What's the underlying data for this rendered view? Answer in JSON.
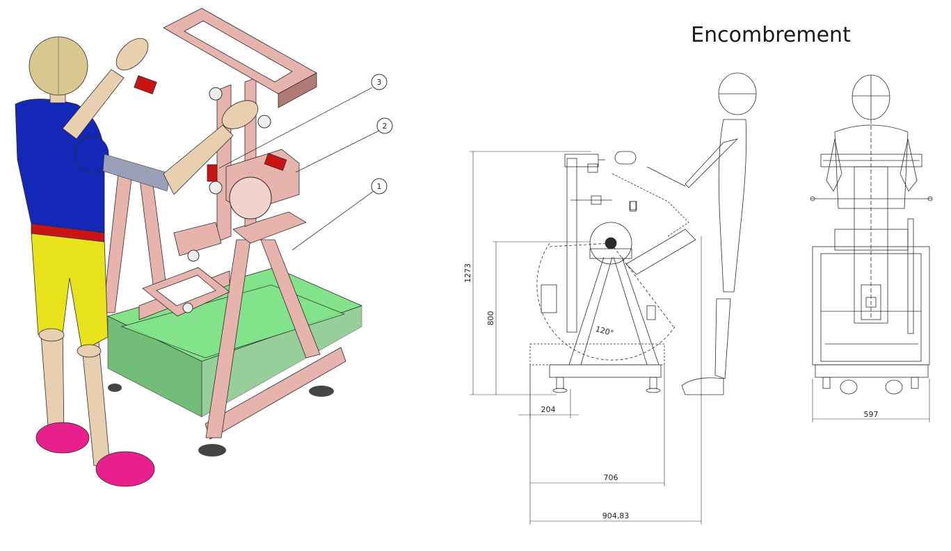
{
  "title": "Encombrement",
  "callouts": [
    "3",
    "2",
    "1"
  ],
  "dimensions": {
    "total_height": "1273",
    "work_height": "800",
    "offset": "204",
    "base_length": "706",
    "total_length": "904,83",
    "width": "597",
    "angle": "120°"
  },
  "colors": {
    "frame": "#e7b3ad",
    "frame_dark": "#b07b74",
    "tray": "#83e38a",
    "tray_dark": "#43a84a",
    "shirt": "#1428b8",
    "shorts": "#e8e21c",
    "belt": "#c81414",
    "skin": "#e8cfb0",
    "head": "#d8c890",
    "shoes": "#e8208c",
    "line": "#2a2a2a"
  }
}
